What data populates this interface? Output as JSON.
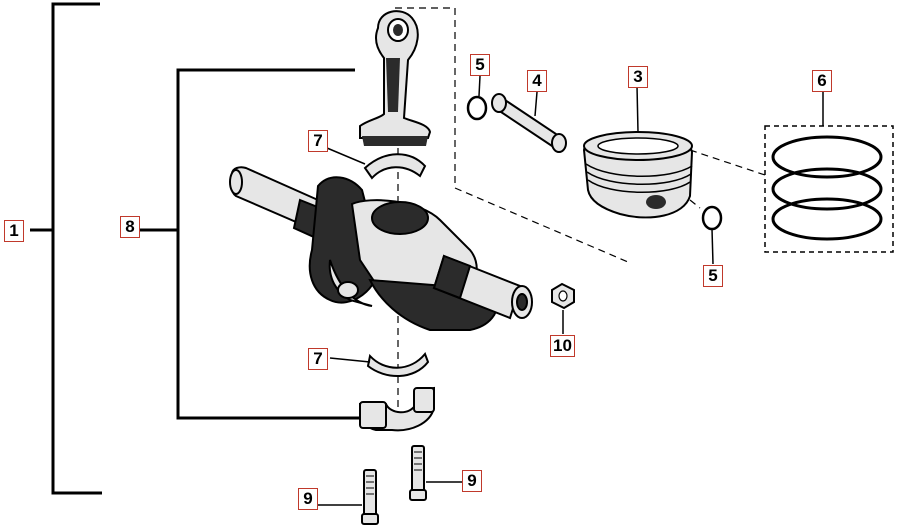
{
  "diagram": {
    "callouts": {
      "c1": "1",
      "c8": "8",
      "c7_upper": "7",
      "c7_lower": "7",
      "c5_upper": "5",
      "c5_lower": "5",
      "c4": "4",
      "c3": "3",
      "c6": "6",
      "c10": "10",
      "c9_left": "9",
      "c9_right": "9"
    },
    "colors": {
      "callout_border": "#c0392b",
      "line": "#000000",
      "part_fill": "#e6e6e6",
      "part_dark": "#2b2b2b"
    }
  }
}
